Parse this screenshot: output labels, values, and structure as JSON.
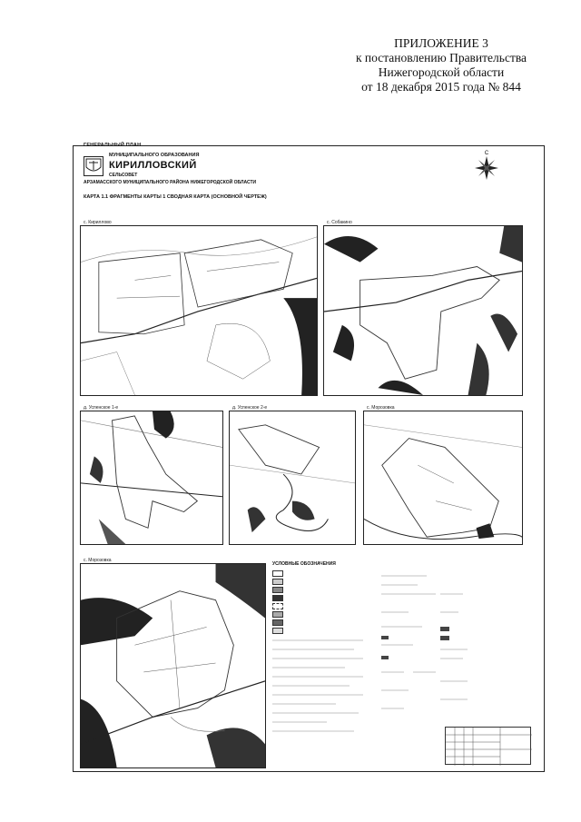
{
  "header": {
    "line1": "ПРИЛОЖЕНИЕ 3",
    "line2": "к постановлению Правительства",
    "line3": "Нижегородской области",
    "line4": "от 18 декабря 2015 года № 844"
  },
  "sheet": {
    "title": "ГЕНЕРАЛЬНЫЙ ПЛАН",
    "org_line1": "МУНИЦИПАЛЬНОГО ОБРАЗОВАНИЯ",
    "org_name": "КИРИЛЛОВСКИЙ",
    "org_line3": "СЕЛЬСОВЕТ",
    "org_line4": "АРЗАМАССКОГО МУНИЦИПАЛЬНОГО РАЙОНА НИЖЕГОРОДСКОЙ ОБЛАСТИ",
    "map_title": "КАРТА 1.1 ФРАГМЕНТЫ КАРТЫ 1 СВОДНАЯ КАРТА (ОСНОВНОЙ ЧЕРТЕЖ)",
    "compass_label": "С"
  },
  "panels": [
    {
      "label": "с. Кириллово"
    },
    {
      "label": "с. Собакино"
    },
    {
      "label": "д. Успенское 1-е"
    },
    {
      "label": "д. Успенское 2-е"
    },
    {
      "label": "с. Морозовка"
    },
    {
      "label": "с. Морозовка"
    }
  ],
  "legend": {
    "title": "УСЛОВНЫЕ ОБОЗНАЧЕНИЯ"
  },
  "colors": {
    "ink": "#222222",
    "dark_fill": "#333333"
  }
}
